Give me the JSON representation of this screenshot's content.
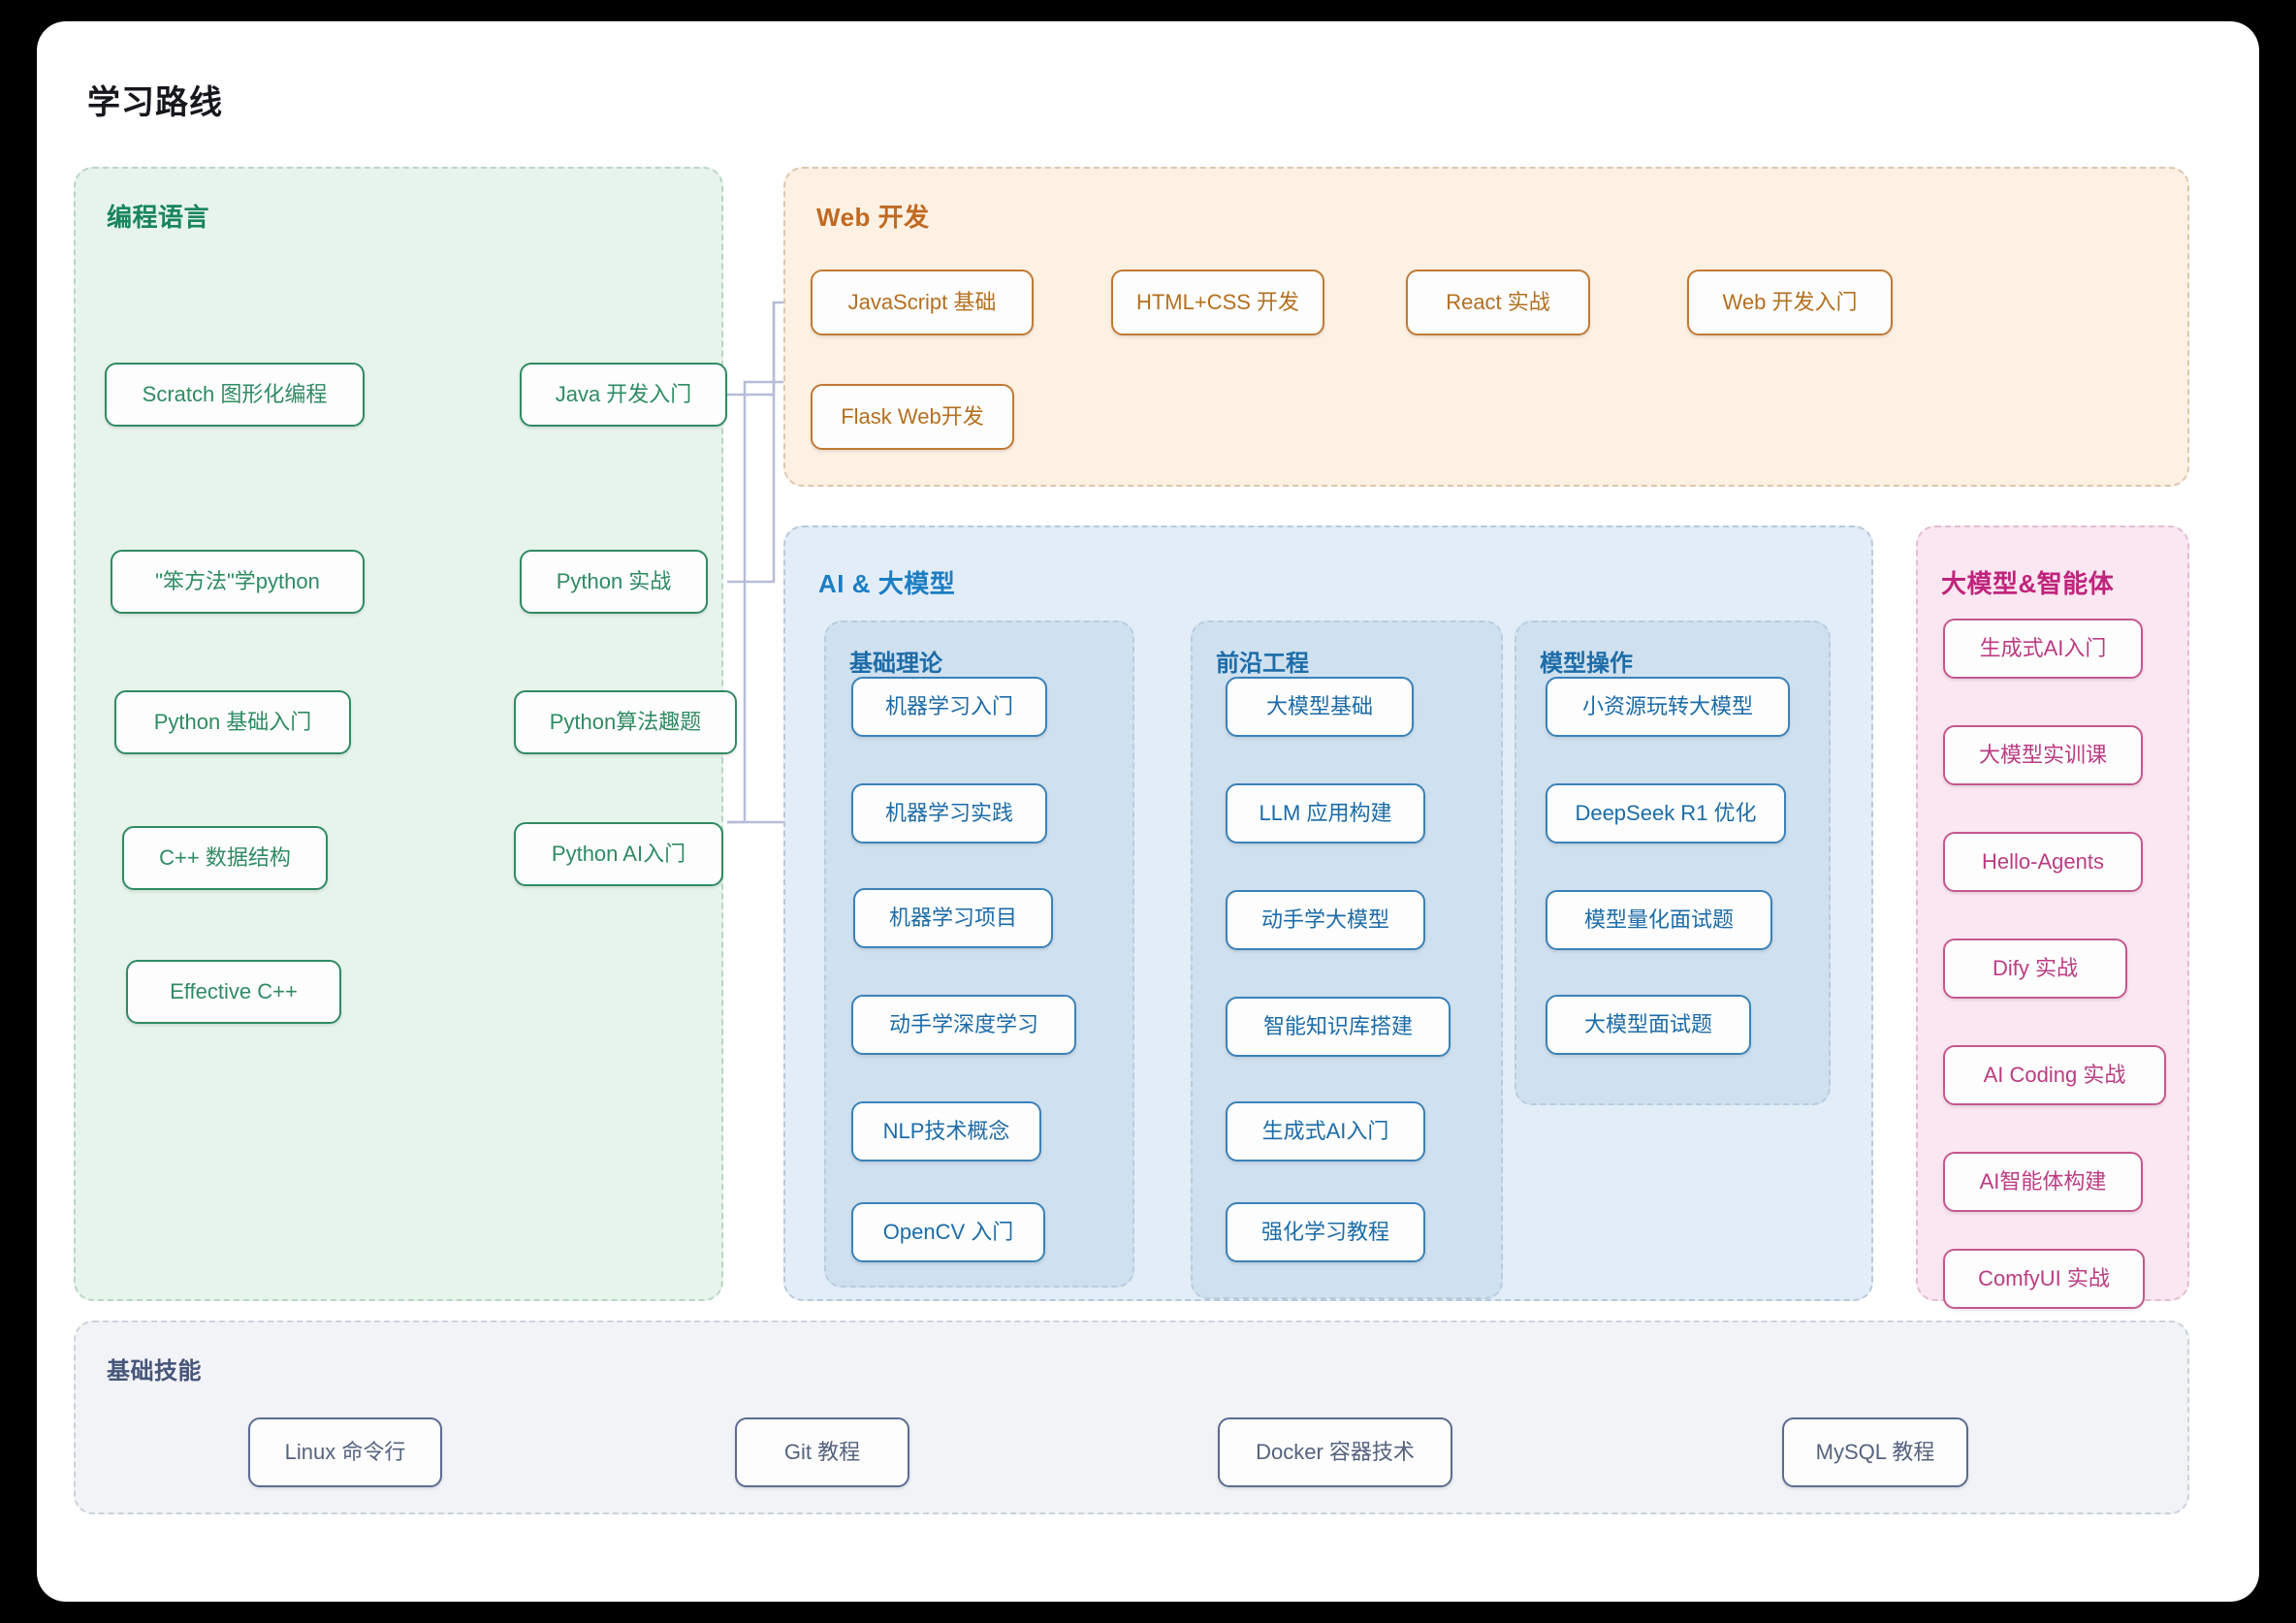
{
  "page": {
    "title": "学习路线"
  },
  "colors": {
    "lang_accent": "#18855f",
    "web_accent": "#c06a22",
    "ai_accent": "#1c7ec4",
    "agent_accent": "#c0247c",
    "base_accent": "#46557a",
    "connector": "#b6bcd8",
    "card_bg": "#ffffff",
    "page_bg": "#000000"
  },
  "groups": {
    "languages": {
      "title": "编程语言",
      "nodes_left": [
        {
          "label": "Scratch 图形化编程"
        },
        {
          "label": "\"笨方法\"学python"
        },
        {
          "label": "Python 基础入门"
        },
        {
          "label": "C++ 数据结构"
        },
        {
          "label": "Effective C++"
        }
      ],
      "nodes_right": [
        {
          "label": "Java 开发入门"
        },
        {
          "label": "Python 实战"
        },
        {
          "label": "Python算法趣题"
        },
        {
          "label": "Python AI入门"
        }
      ]
    },
    "web": {
      "title": "Web 开发",
      "row_primary": [
        {
          "label": "JavaScript 基础"
        },
        {
          "label": "HTML+CSS 开发"
        },
        {
          "label": "React 实战"
        },
        {
          "label": "Web 开发入门"
        }
      ],
      "row_secondary": [
        {
          "label": "Flask Web开发"
        }
      ]
    },
    "ai": {
      "title": "AI & 大模型",
      "sub_groups": [
        {
          "title": "基础理论",
          "nodes": [
            {
              "label": "机器学习入门"
            },
            {
              "label": "机器学习实践"
            },
            {
              "label": "机器学习项目"
            },
            {
              "label": "动手学深度学习"
            },
            {
              "label": "NLP技术概念"
            },
            {
              "label": "OpenCV 入门"
            }
          ]
        },
        {
          "title": "前沿工程",
          "nodes": [
            {
              "label": "大模型基础"
            },
            {
              "label": "LLM 应用构建"
            },
            {
              "label": "动手学大模型"
            },
            {
              "label": "智能知识库搭建"
            },
            {
              "label": "生成式AI入门"
            },
            {
              "label": "强化学习教程"
            }
          ]
        },
        {
          "title": "模型操作",
          "nodes": [
            {
              "label": "小资源玩转大模型"
            },
            {
              "label": "DeepSeek R1 优化"
            },
            {
              "label": "模型量化面试题"
            },
            {
              "label": "大模型面试题"
            }
          ]
        }
      ]
    },
    "agents": {
      "title": "大模型&智能体",
      "nodes": [
        {
          "label": "生成式AI入门"
        },
        {
          "label": "大模型实训课"
        },
        {
          "label": "Hello-Agents"
        },
        {
          "label": "Dify 实战"
        },
        {
          "label": "AI Coding 实战"
        },
        {
          "label": "AI智能体构建"
        },
        {
          "label": "ComfyUI 实战"
        }
      ]
    },
    "basics": {
      "title": "基础技能",
      "nodes": [
        {
          "label": "Linux 命令行"
        },
        {
          "label": "Git 教程"
        },
        {
          "label": "Docker 容器技术"
        },
        {
          "label": "MySQL 教程"
        }
      ]
    }
  }
}
